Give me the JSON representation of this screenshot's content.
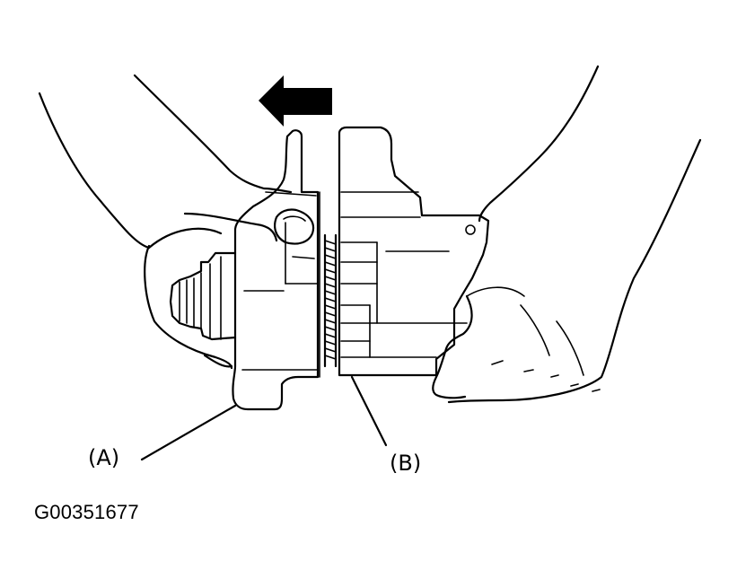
{
  "figure": {
    "figure_id": "G00351677",
    "callouts": [
      {
        "key": "A",
        "label": "(A)"
      },
      {
        "key": "B",
        "label": "(B)"
      }
    ],
    "direction_arrow": "arrow-left-icon"
  }
}
